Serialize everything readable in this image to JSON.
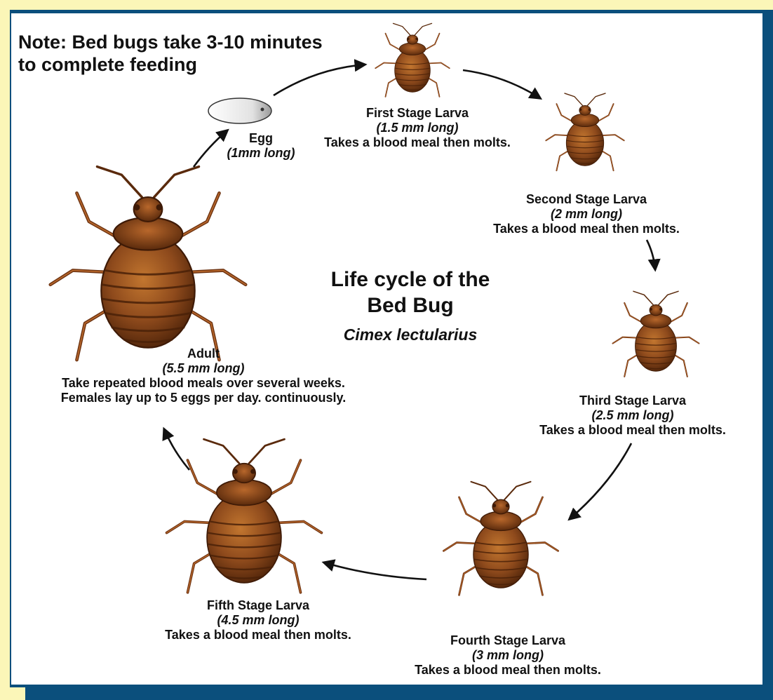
{
  "note": {
    "line1": "Note: Bed bugs take 3-10 minutes",
    "line2": "to complete feeding"
  },
  "title": {
    "line1": "Life cycle of the",
    "line2": "Bed Bug",
    "species": "Cimex lectularius"
  },
  "stages": {
    "egg": {
      "name": "Egg",
      "size": "(1mm long)"
    },
    "first": {
      "name": "First Stage Larva",
      "size": "(1.5 mm long)",
      "desc": "Takes a blood meal then molts."
    },
    "second": {
      "name": "Second Stage Larva",
      "size": "(2 mm long)",
      "desc": "Takes a blood meal then molts."
    },
    "third": {
      "name": "Third Stage Larva",
      "size": "(2.5 mm long)",
      "desc": "Takes a blood meal then molts."
    },
    "fourth": {
      "name": "Fourth Stage Larva",
      "size": "(3 mm long)",
      "desc": "Takes a blood meal then molts."
    },
    "fifth": {
      "name": "Fifth Stage Larva",
      "size": "(4.5 mm long)",
      "desc": "Takes a blood meal then molts."
    },
    "adult": {
      "name": "Adult",
      "size": "(5.5 mm long)",
      "desc1": "Take repeated blood meals over several weeks.",
      "desc2": "Females lay up to 5 eggs per day. continuously."
    }
  },
  "colors": {
    "frame": "#0b4f7c",
    "background": "#fbf6b8",
    "panel": "#ffffff",
    "bug_dark": "#5a2a0c",
    "bug_mid": "#8e4a1c",
    "bug_light": "#b8672b"
  }
}
